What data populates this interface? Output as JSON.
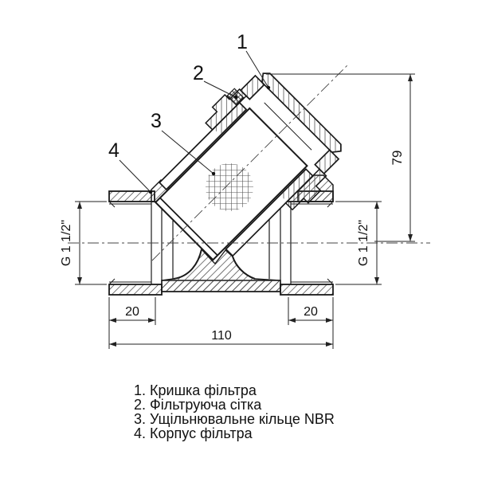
{
  "drawing": {
    "callout_numbers": [
      "1",
      "2",
      "3",
      "4"
    ],
    "dimensions": {
      "height": "79",
      "thread_left": "G 1 1/2\"",
      "thread_right": "G 1 1/2\"",
      "port_left": "20",
      "port_right": "20",
      "length": "110"
    },
    "legend_items": [
      "1. Кришка фільтра",
      "2. Фільтруюча сітка",
      "3. Ущільнювальне кільце NBR",
      "4. Корпус фільтра"
    ],
    "colors": {
      "line": "#1a1a1a",
      "background": "#ffffff"
    }
  }
}
